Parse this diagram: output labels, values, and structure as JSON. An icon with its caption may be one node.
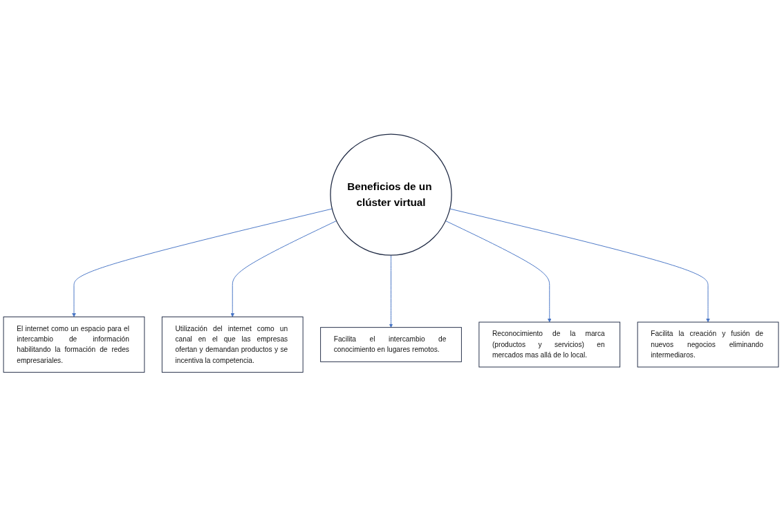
{
  "diagram": {
    "nodes": [
      {
        "text": [
          "El internet como un espacio para el intercambio de información habilitando la formación de redes empresariales."
        ]
      },
      {
        "text": [
          "Utilización del internet como un canal en el que las empresas ofertan y demandan productos y se incentiva la competencia."
        ]
      },
      {
        "text": [
          "Beneficios de un clúster virtual"
        ]
      },
      {
        "text": [
          "Facilita el intercambio de conocimiento en lugares remotos."
        ]
      },
      {
        "text": [
          "Reconocimiento de la marca (productos y servicios) en mercados mas allá de lo local."
        ]
      },
      {
        "text": [
          "Facilita la creación y fusión de nuevos negocios eliminando intermediaros."
        ]
      }
    ],
    "edges": [
      {
        "from": 2,
        "to": 0,
        "arrow": "to"
      },
      {
        "from": 2,
        "to": 1,
        "arrow": "to"
      },
      {
        "from": 2,
        "to": 3,
        "arrow": "to"
      },
      {
        "from": 2,
        "to": 4,
        "arrow": "to"
      },
      {
        "from": 2,
        "to": 5,
        "arrow": "to"
      }
    ]
  }
}
